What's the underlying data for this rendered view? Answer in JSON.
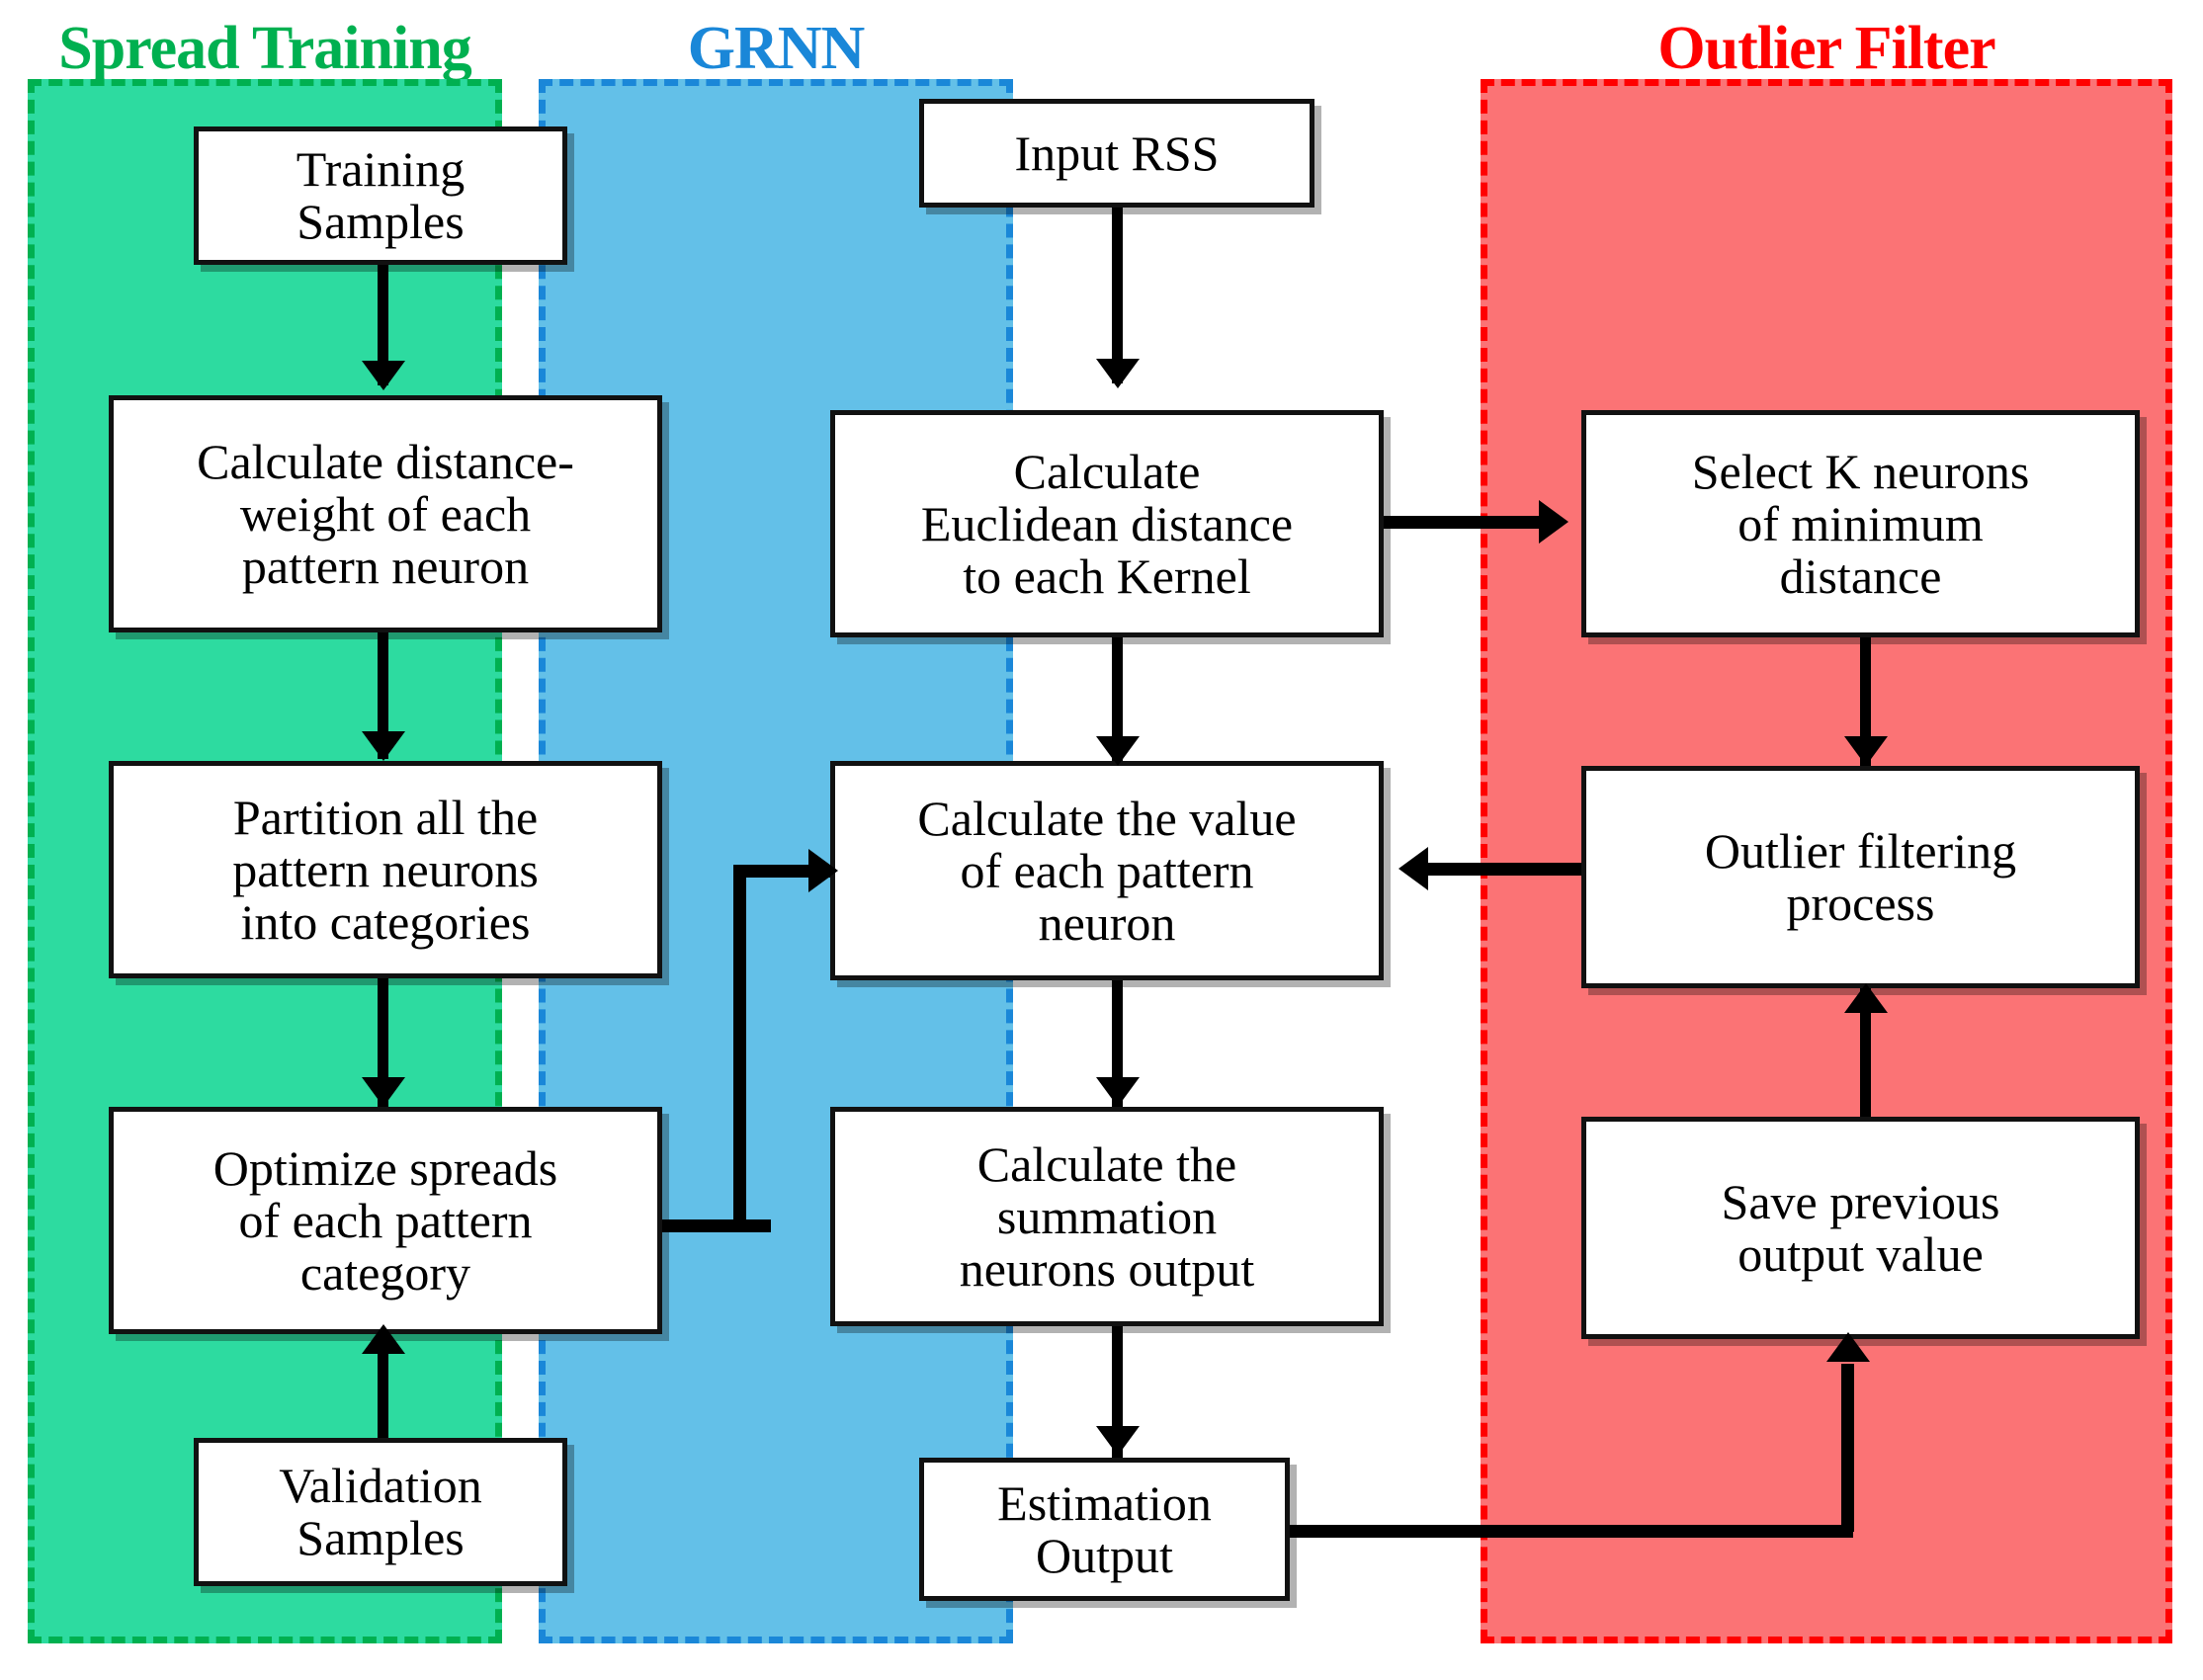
{
  "diagram": {
    "title": "GRNN localization flowchart with spread training and outlier filter",
    "panels": [
      {
        "id": "spread",
        "label": "Spread Training",
        "color": "#00b050",
        "fill": "#2ddba0",
        "nodes": [
          {
            "id": "training-samples",
            "label": "Training\nSamples"
          },
          {
            "id": "calculate-distance-weight",
            "label": "Calculate distance-\nweight of each\npattern neuron"
          },
          {
            "id": "partition-pattern-neurons",
            "label": "Partition all the\npattern neurons\ninto categories"
          },
          {
            "id": "optimize-spreads",
            "label": "Optimize spreads\nof each pattern\ncategory"
          },
          {
            "id": "validation-samples",
            "label": "Validation\nSamples"
          }
        ]
      },
      {
        "id": "grnn",
        "label": "GRNN",
        "color": "#1a87d8",
        "fill": "#63c0e8",
        "nodes": [
          {
            "id": "input-rss",
            "label": "Input RSS"
          },
          {
            "id": "calculate-euclidean-distance",
            "label": "Calculate\nEuclidean distance\nto each Kernel"
          },
          {
            "id": "calculate-pattern-value",
            "label": "Calculate the value\nof each pattern\nneuron"
          },
          {
            "id": "calculate-summation-output",
            "label": "Calculate the\nsummation\nneurons output"
          },
          {
            "id": "estimation-output",
            "label": "Estimation\nOutput"
          }
        ]
      },
      {
        "id": "outlier",
        "label": "Outlier Filter",
        "color": "#ff0000",
        "fill": "#fb7375",
        "nodes": [
          {
            "id": "select-k-neurons",
            "label": "Select K neurons\nof minimum\ndistance"
          },
          {
            "id": "outlier-filtering-process",
            "label": "Outlier filtering\nprocess"
          },
          {
            "id": "save-previous-output",
            "label": "Save previous\noutput value"
          }
        ]
      }
    ],
    "edges": [
      {
        "from": "training-samples",
        "to": "calculate-distance-weight",
        "direction": "down"
      },
      {
        "from": "calculate-distance-weight",
        "to": "partition-pattern-neurons",
        "direction": "down"
      },
      {
        "from": "partition-pattern-neurons",
        "to": "optimize-spreads",
        "direction": "down"
      },
      {
        "from": "validation-samples",
        "to": "optimize-spreads",
        "direction": "up"
      },
      {
        "from": "optimize-spreads",
        "to": "calculate-pattern-value",
        "direction": "right"
      },
      {
        "from": "input-rss",
        "to": "calculate-euclidean-distance",
        "direction": "down"
      },
      {
        "from": "calculate-euclidean-distance",
        "to": "calculate-pattern-value",
        "direction": "down"
      },
      {
        "from": "calculate-euclidean-distance",
        "to": "select-k-neurons",
        "direction": "right"
      },
      {
        "from": "calculate-pattern-value",
        "to": "calculate-summation-output",
        "direction": "down"
      },
      {
        "from": "calculate-summation-output",
        "to": "estimation-output",
        "direction": "down"
      },
      {
        "from": "select-k-neurons",
        "to": "outlier-filtering-process",
        "direction": "down"
      },
      {
        "from": "outlier-filtering-process",
        "to": "calculate-pattern-value",
        "direction": "left"
      },
      {
        "from": "save-previous-output",
        "to": "outlier-filtering-process",
        "direction": "up"
      },
      {
        "from": "estimation-output",
        "to": "save-previous-output",
        "direction": "up"
      }
    ]
  }
}
